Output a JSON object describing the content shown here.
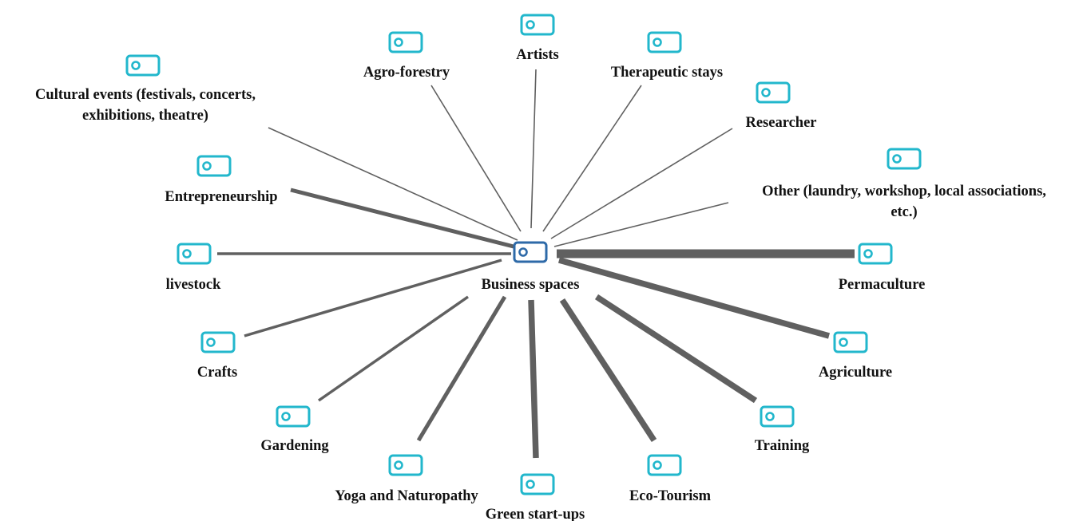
{
  "colors": {
    "edge": "#606060",
    "node_icon": "#22b7cc",
    "center_icon": "#2e6aa8",
    "label": "#111111"
  },
  "icon": "tag-icon",
  "center": {
    "id": "business-spaces",
    "label": "Business spaces"
  },
  "nodes": [
    {
      "id": "artists",
      "label": "Artists",
      "weight": 1
    },
    {
      "id": "therapeutic-stays",
      "label": "Therapeutic stays",
      "weight": 1
    },
    {
      "id": "researcher",
      "label": "Researcher",
      "weight": 1
    },
    {
      "id": "other",
      "label_lines": [
        "Other (laundry, workshop, local associations,",
        "etc.)"
      ],
      "weight": 1
    },
    {
      "id": "permaculture",
      "label": "Permaculture",
      "weight": 5
    },
    {
      "id": "agriculture",
      "label": "Agriculture",
      "weight": 4
    },
    {
      "id": "training",
      "label": "Training",
      "weight": 4
    },
    {
      "id": "eco-tourism",
      "label": "Eco-Tourism",
      "weight": 4
    },
    {
      "id": "green-start-ups",
      "label": "Green start-ups",
      "weight": 4
    },
    {
      "id": "yoga-naturopathy",
      "label": "Yoga and Naturopathy",
      "weight": 3
    },
    {
      "id": "gardening",
      "label": "Gardening",
      "weight": 2
    },
    {
      "id": "crafts",
      "label": "Crafts",
      "weight": 2
    },
    {
      "id": "livestock",
      "label": "livestock",
      "weight": 2
    },
    {
      "id": "entrepreneurship",
      "label": "Entrepreneurship",
      "weight": 3
    },
    {
      "id": "cultural-events",
      "label_lines": [
        "Cultural events (festivals, concerts,",
        "exhibitions, theatre)"
      ],
      "weight": 1
    },
    {
      "id": "agro-forestry",
      "label": "Agro-forestry",
      "weight": 1
    }
  ]
}
